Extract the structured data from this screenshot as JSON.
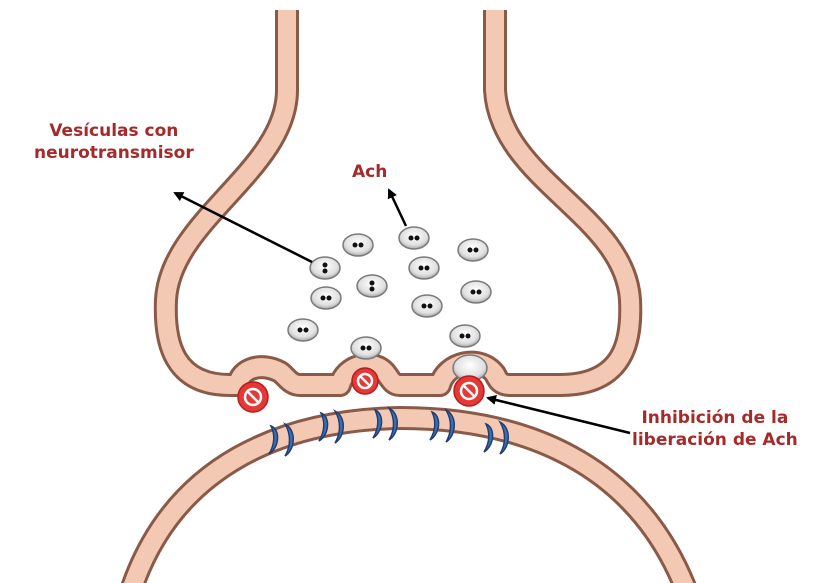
{
  "labels": {
    "vesicles_line1": "Vesículas con",
    "vesicles_line2": "neurotransmisor",
    "ach": "Ach",
    "inhibition_line1": "Inhibición de la",
    "inhibition_line2": "liberación de Ach"
  },
  "colors": {
    "membrane_fill": "#f4c9b4",
    "membrane_stroke": "#8a5a48",
    "label_text": "#a52a2a",
    "receptor": "#3d6fb5",
    "block_symbol": "#e53935",
    "vesicle": "#c8c8c8",
    "arrow": "#000000"
  },
  "icons": {
    "blocker": "no-entry-symbol",
    "receptor": "acetylcholine-receptor",
    "vesicle": "synaptic-vesicle"
  }
}
